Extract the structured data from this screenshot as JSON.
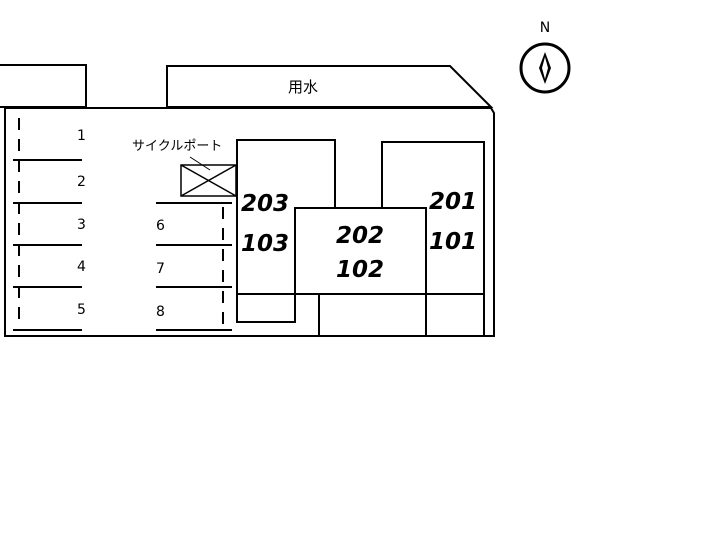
{
  "compass": {
    "label": "N"
  },
  "canal": {
    "label": "用水"
  },
  "cycle_port": {
    "label": "サイクルポート"
  },
  "parking": {
    "left_column": [
      "1",
      "2",
      "3",
      "4",
      "5"
    ],
    "right_column": [
      "6",
      "7",
      "8"
    ]
  },
  "buildings": {
    "west": {
      "upper": "203",
      "lower": "103"
    },
    "middle": {
      "upper": "202",
      "lower": "102"
    },
    "east": {
      "upper": "201",
      "lower": "101"
    }
  },
  "colors": {
    "line": "#000000",
    "background": "#ffffff"
  }
}
